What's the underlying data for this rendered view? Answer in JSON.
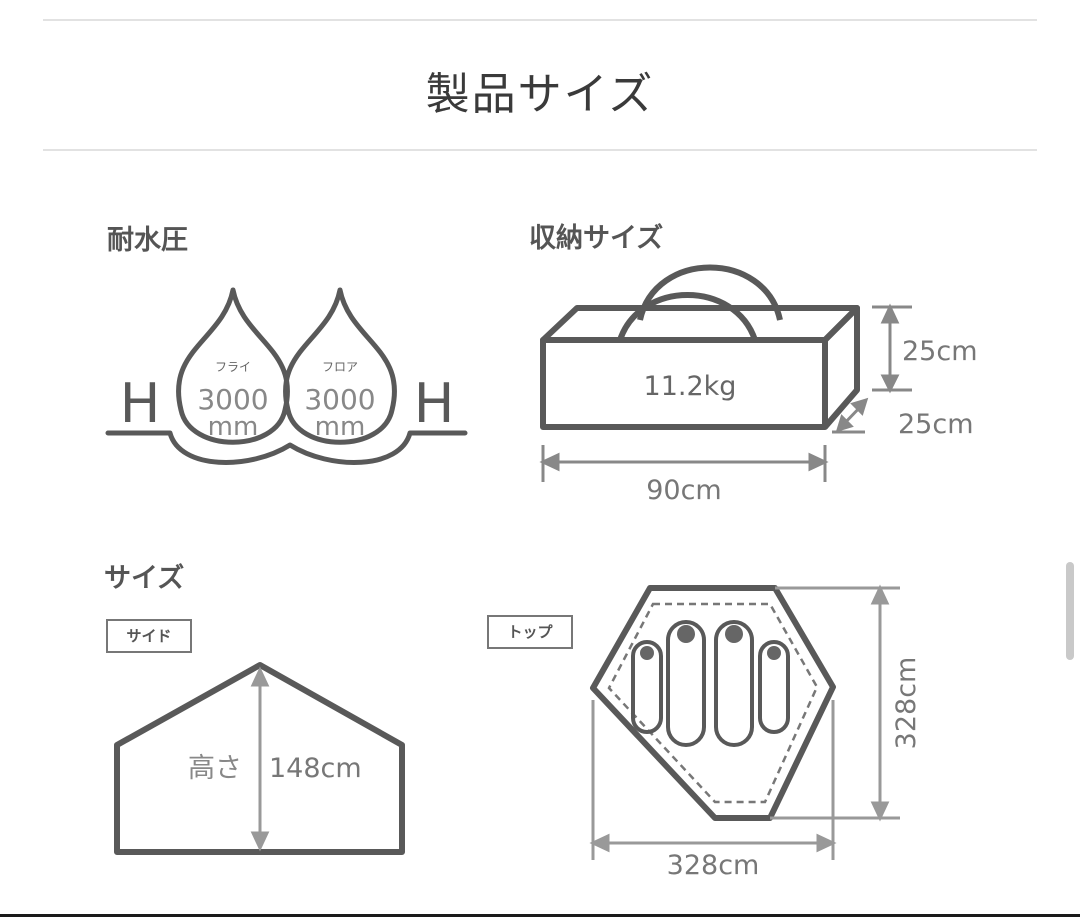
{
  "title": "製品サイズ",
  "water_resistance": {
    "label": "耐水圧",
    "fly": {
      "name": "フライ",
      "value": "3000",
      "unit": "mm"
    },
    "floor": {
      "name": "フロア",
      "value": "3000",
      "unit": "mm"
    },
    "h_mark": "H"
  },
  "storage": {
    "label": "収納サイズ",
    "weight": "11.2kg",
    "height": "25cm",
    "depth": "25cm",
    "width": "90cm"
  },
  "size": {
    "label": "サイズ",
    "side": {
      "tag": "サイド",
      "height_label": "高さ",
      "height_value": "148cm"
    },
    "top": {
      "tag": "トップ",
      "depth": "328cm",
      "width": "328cm"
    }
  },
  "colors": {
    "line": "#595959",
    "text": "#555555",
    "rule": "#e2e2e2"
  }
}
